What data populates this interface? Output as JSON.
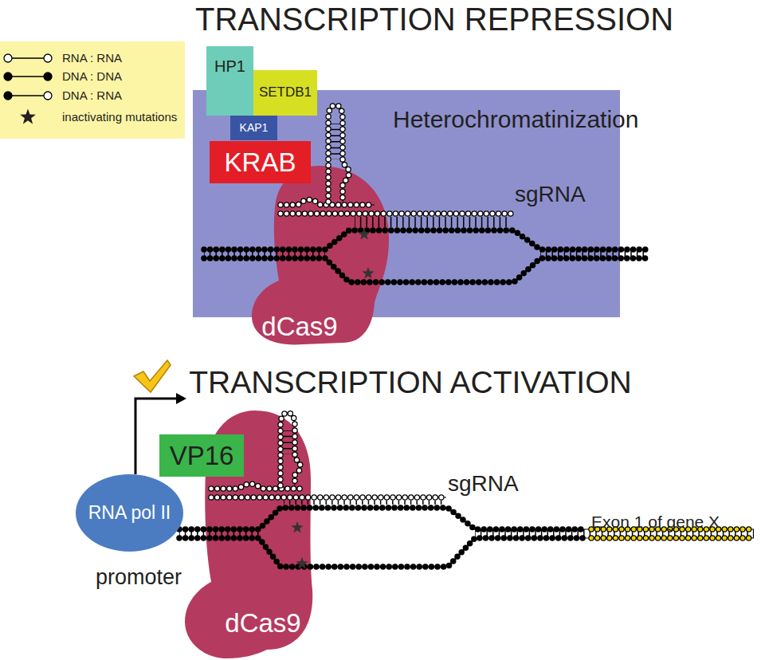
{
  "diagram": {
    "nodes": [
      {
        "text": [
          "HP1"
        ]
      },
      {
        "text": [
          "SETDB1"
        ]
      },
      {
        "text": [
          "Heterochromatinization"
        ]
      },
      {
        "text": [
          "KAP1"
        ],
        "in": 2
      },
      {
        "text": [
          "KRAB"
        ],
        "in": 2
      },
      {
        "text": [
          "dCas9"
        ]
      },
      {
        "text": [
          "VP16"
        ]
      },
      {
        "text": [
          "RNA pol II"
        ]
      },
      {
        "text": [
          "dCas9"
        ]
      }
    ],
    "labels": [
      "TRANSCRIPTION REPRESSION",
      "sgRNA",
      "TRANSCRIPTION ACTIVATION",
      "sgRNA",
      "Exon 1 of gene X",
      "promoter"
    ],
    "legend": [
      {
        "text": "RNA : RNA"
      },
      {
        "text": "DNA : DNA"
      },
      {
        "text": "DNA : RNA"
      },
      {
        "text": "inactivating mutations"
      }
    ]
  }
}
